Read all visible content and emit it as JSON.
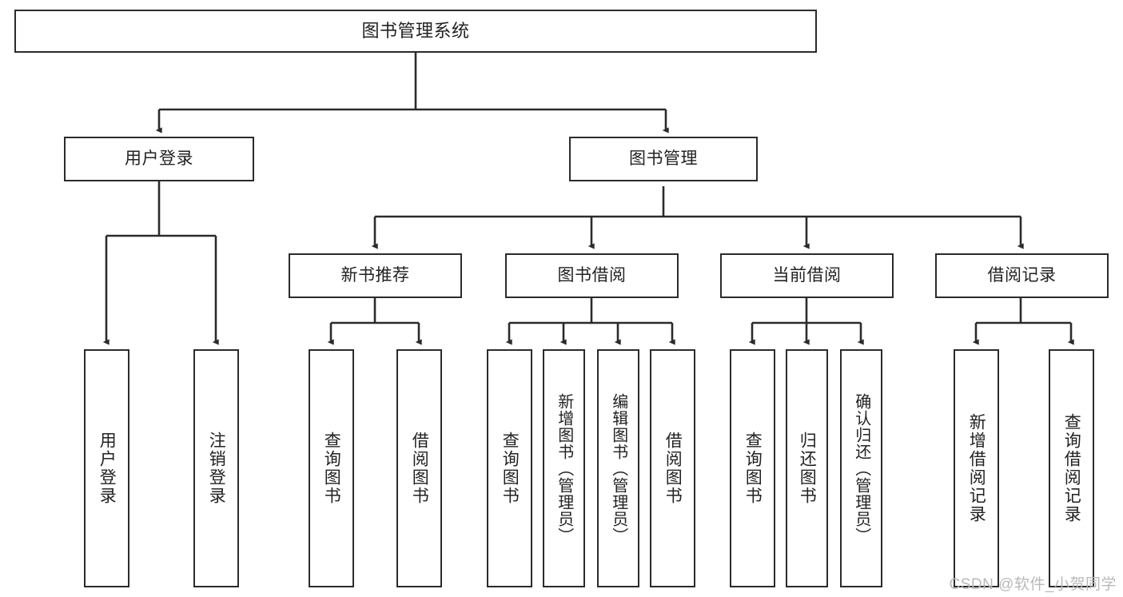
{
  "diagram": {
    "title": "图书管理系统",
    "watermark": "CSDN @软件_小贺同学",
    "stroke_color": "#2b2b2b",
    "background_color": "#ffffff",
    "text_color": "#222222",
    "watermark_color": "#b9b9b9"
  },
  "nodes": {
    "root": {
      "label": "图书管理系统"
    },
    "level2": [
      {
        "label": "用户登录"
      },
      {
        "label": "图书管理"
      }
    ],
    "level3": [
      {
        "label": "新书推荐"
      },
      {
        "label": "图书借阅"
      },
      {
        "label": "当前借阅"
      },
      {
        "label": "借阅记录"
      }
    ],
    "leaves": {
      "user_login": [
        {
          "label": "用户登录"
        },
        {
          "label": "注销登录"
        }
      ],
      "new_book_recommend": [
        {
          "label": "查询图书"
        },
        {
          "label": "借阅图书"
        }
      ],
      "book_borrow": [
        {
          "label": "查询图书"
        },
        {
          "label": "新增图书（管理员）"
        },
        {
          "label": "编辑图书（管理员）"
        },
        {
          "label": "借阅图书"
        }
      ],
      "current_borrow": [
        {
          "label": "查询图书"
        },
        {
          "label": "归还图书"
        },
        {
          "label": "确认归还（管理员）"
        }
      ],
      "borrow_records": [
        {
          "label": "新增借阅记录"
        },
        {
          "label": "查询借阅记录"
        }
      ]
    }
  }
}
